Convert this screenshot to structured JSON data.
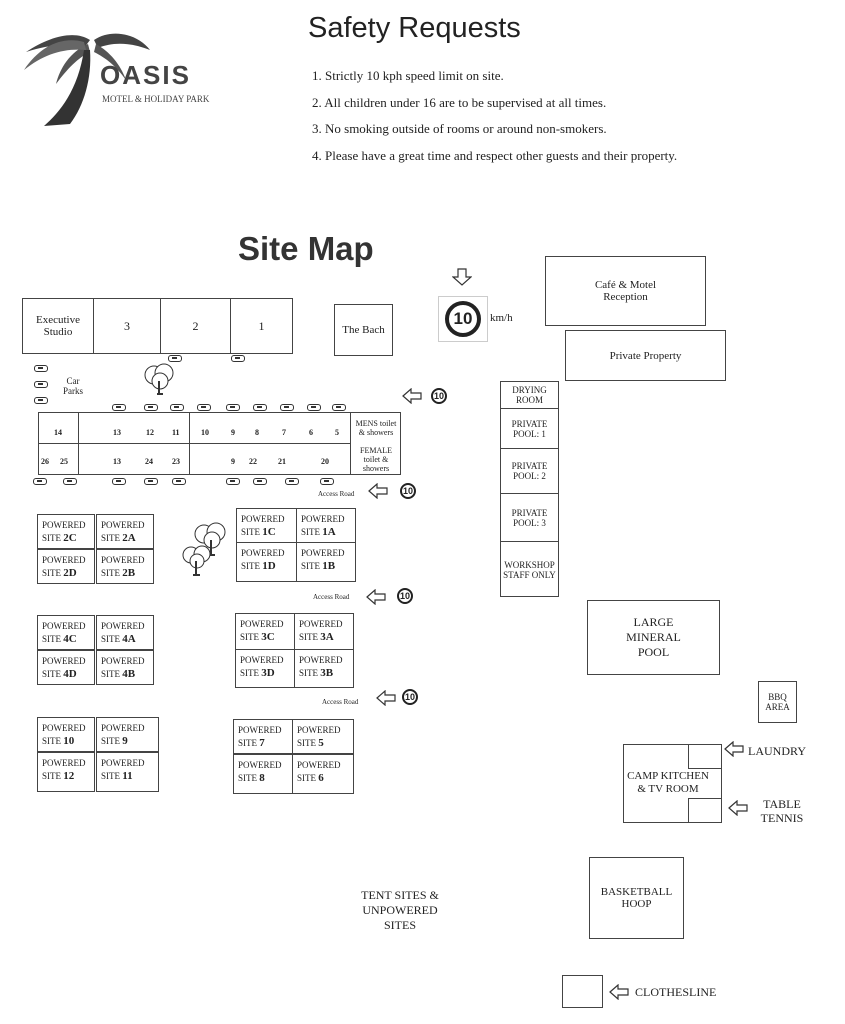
{
  "logo": {
    "name": "OASIS",
    "subtitle": "MOTEL & HOLIDAY PARK"
  },
  "safety": {
    "title": "Safety Requests",
    "items": [
      "1.  Strictly 10 kph speed limit on site.",
      "2.  All children under 16 are to be supervised at all times.",
      "3.  No smoking outside of rooms or around non-smokers.",
      "4.  Please have a great time and respect other guests and their property."
    ]
  },
  "map": {
    "title": "Site Map",
    "speed_limit": "10",
    "speed_unit": "km/h",
    "units": {
      "exec": "Executive Studio",
      "u3": "3",
      "u2": "2",
      "u1": "1"
    },
    "bach": "The Bach",
    "cafe": "Café & Motel Reception",
    "private_property": "Private Property",
    "car_parks": "Car Parks",
    "cabins_top": [
      "14",
      "13",
      "12",
      "11",
      "10",
      "9",
      "8",
      "7",
      "6",
      "5"
    ],
    "cabins_bottom": [
      "26",
      "25",
      "13",
      "24",
      "23",
      "9",
      "22",
      "21",
      "20"
    ],
    "mens": "MENS toilet & showers",
    "female": "FEMALE toilet & showers",
    "access_road": "Access Road",
    "drying_room": "DRYING ROOM",
    "private_pool_1": "PRIVATE POOL: 1",
    "private_pool_2": "PRIVATE POOL: 2",
    "private_pool_3": "PRIVATE POOL: 3",
    "workshop": "WORKSHOP STAFF ONLY",
    "mineral_pool": "LARGE MINERAL POOL",
    "bbq": "BBQ AREA",
    "camp_kitchen": "CAMP KITCHEN & TV ROOM",
    "laundry": "LAUNDRY",
    "table_tennis": "TABLE TENNIS",
    "basketball": "BASKETBALL HOOP",
    "tent_sites": "TENT SITES & UNPOWERED SITES",
    "clothesline": "CLOTHESLINE",
    "powered_label": "POWERED",
    "site_label": "SITE",
    "sites": {
      "s2C": "2C",
      "s2A": "2A",
      "s2D": "2D",
      "s2B": "2B",
      "s1C": "1C",
      "s1A": "1A",
      "s1D": "1D",
      "s1B": "1B",
      "s4C": "4C",
      "s4A": "4A",
      "s4D": "4D",
      "s4B": "4B",
      "s3C": "3C",
      "s3A": "3A",
      "s3D": "3D",
      "s3B": "3B",
      "s10": "10",
      "s9": "9",
      "s12": "12",
      "s11": "11",
      "s7": "7",
      "s5": "5",
      "s8": "8",
      "s6": "6"
    }
  }
}
